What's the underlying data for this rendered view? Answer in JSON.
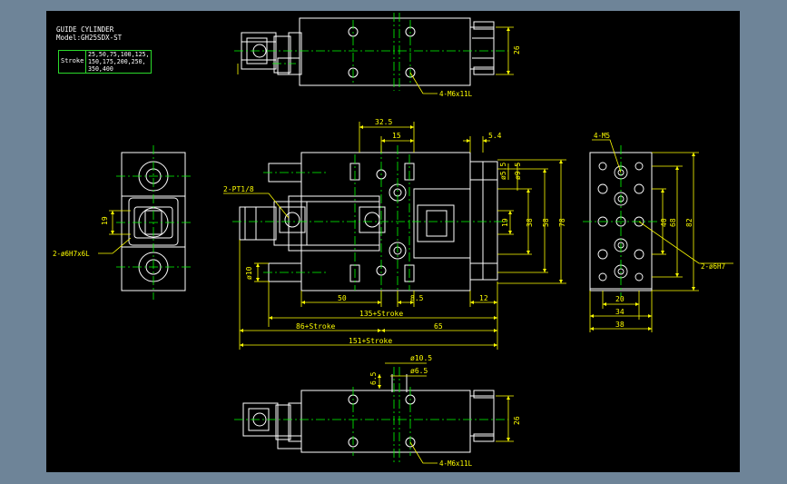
{
  "title": "GUIDE CYLINDER",
  "model_label": "Model:",
  "model": "GH25SDX-ST",
  "stroke_label": "Stroke",
  "stroke_values": [
    "25,50,75,100,125,",
    "150,175,200,250,",
    "350,400"
  ],
  "dimensions": {
    "d32_5": "32.5",
    "d15": "15",
    "d5_4": "5.4",
    "d05_5": "ø5.5",
    "d09_5": "ø9.5",
    "d19a": "19",
    "d38a": "38",
    "d58": "58",
    "d78": "78",
    "d010": "ø10",
    "d50": "50",
    "d8_5": "8.5",
    "d12": "12",
    "d135": "135+Stroke",
    "d86": "86+Stroke",
    "d65": "65",
    "d151": "151+Stroke",
    "d26top": "26",
    "d26bot": "26",
    "d010_5": "ø10.5",
    "d6_5": "6.5",
    "d06_5": "ø6.5",
    "d19left": "19",
    "d40": "40",
    "d68": "68",
    "d82": "82",
    "d20": "20",
    "d34": "34",
    "d38b": "38"
  },
  "callouts": {
    "m6_top": "4-M6x11L",
    "m6_bottom": "4-M6x11L",
    "pt": "2-PT1/8",
    "pin_left": "2-ø6H7x6L",
    "m5": "4-M5",
    "pin_right": "2-ø6H7"
  },
  "colors": {
    "background": "#6e8498",
    "drawing": "#000000",
    "outline": "#ffffff",
    "dimension": "#ffff00",
    "centerline": "#00ff00",
    "border": "#2bd92b"
  }
}
